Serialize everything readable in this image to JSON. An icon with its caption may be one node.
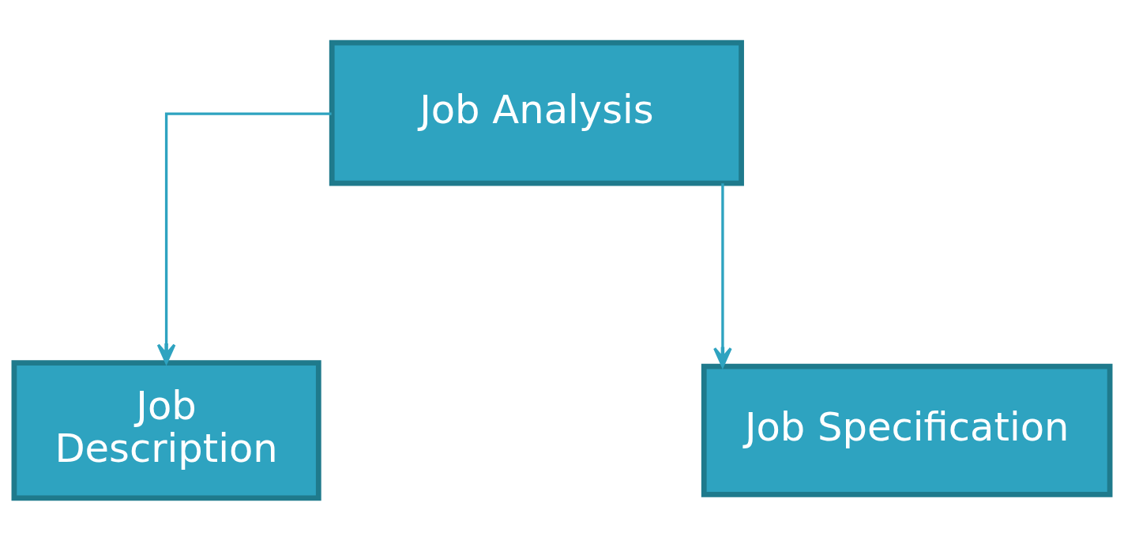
{
  "diagram": {
    "nodes": [
      {
        "text": [
          "Job Analysis"
        ]
      },
      {
        "text": [
          "Job Description"
        ]
      },
      {
        "text": [
          "Job Specification"
        ]
      }
    ],
    "edges": [
      {
        "from": 0,
        "to": 1,
        "arrow": "to"
      },
      {
        "from": 0,
        "to": 2,
        "arrow": "to"
      }
    ]
  }
}
